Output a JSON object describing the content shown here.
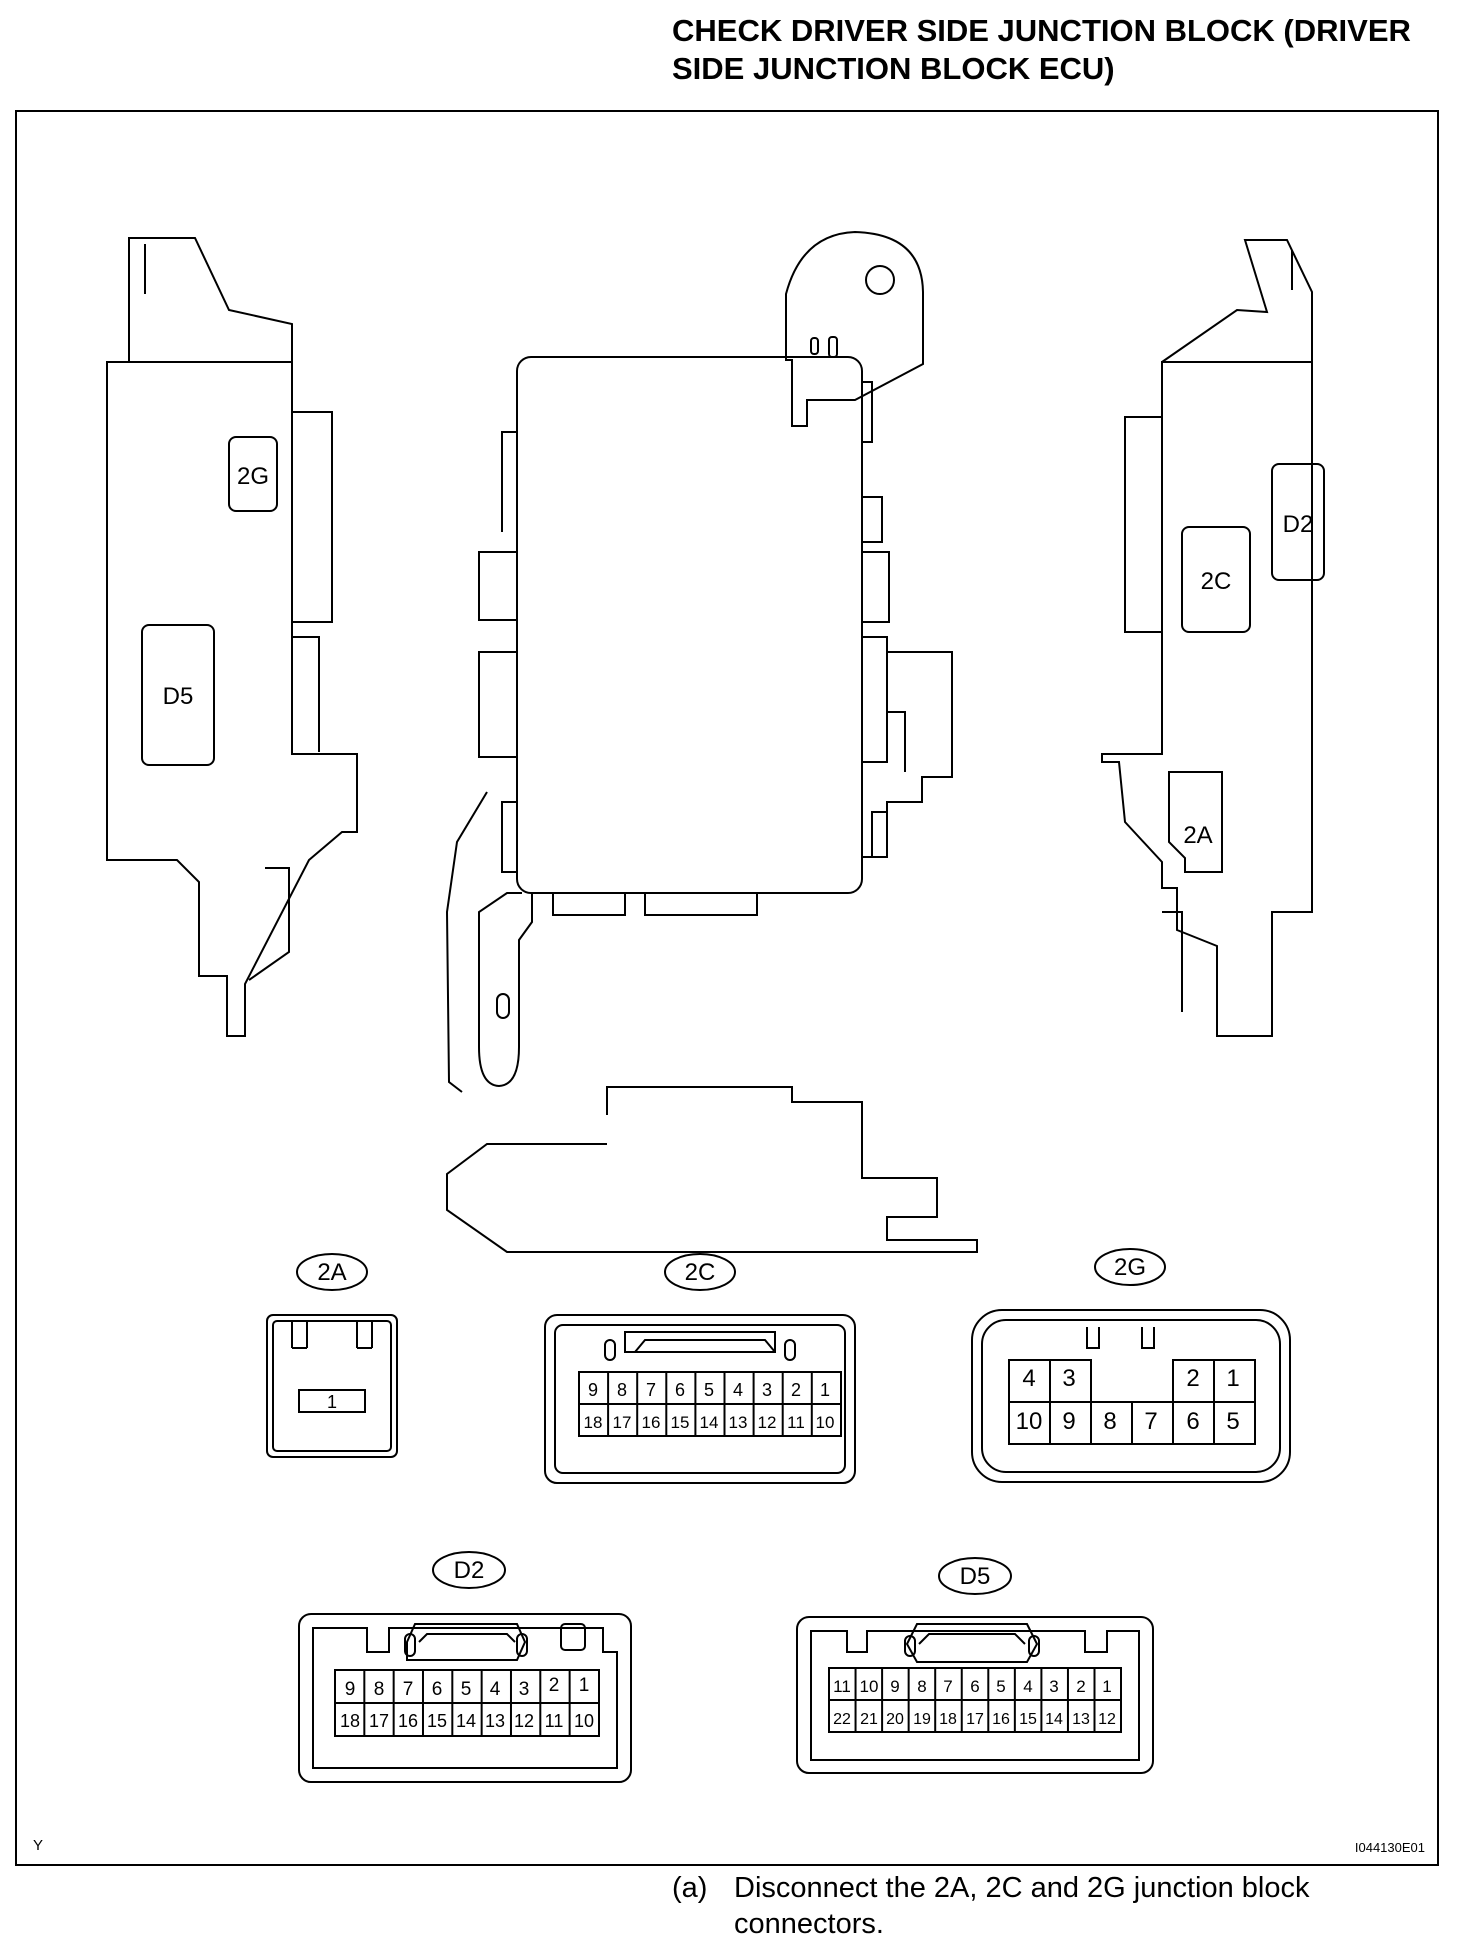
{
  "header": {
    "title": "CHECK DRIVER SIDE JUNCTION BLOCK (DRIVER SIDE JUNCTION BLOCK ECU)"
  },
  "figure": {
    "corner_code": "Y",
    "image_code": "I044130E01",
    "body_labels": {
      "left_2g": "2G",
      "left_d5": "D5",
      "right_d2": "D2",
      "right_2c": "2C",
      "right_2a": "2A"
    },
    "connectors": {
      "c2a": {
        "name": "2A",
        "pins": [
          "1"
        ]
      },
      "c2c": {
        "name": "2C",
        "row1": [
          "9",
          "8",
          "7",
          "6",
          "5",
          "4",
          "3",
          "2",
          "1"
        ],
        "row2": [
          "18",
          "17",
          "16",
          "15",
          "14",
          "13",
          "12",
          "11",
          "10"
        ]
      },
      "c2g": {
        "name": "2G",
        "row1_left": [
          "4",
          "3"
        ],
        "row1_right": [
          "2",
          "1"
        ],
        "row2": [
          "10",
          "9",
          "8",
          "7",
          "6",
          "5"
        ]
      },
      "d2": {
        "name": "D2",
        "row1": [
          "9",
          "8",
          "7",
          "6",
          "5",
          "4",
          "3",
          "2",
          "1"
        ],
        "row2": [
          "18",
          "17",
          "16",
          "15",
          "14",
          "13",
          "12",
          "11",
          "10"
        ]
      },
      "d5": {
        "name": "D5",
        "row1": [
          "11",
          "10",
          "9",
          "8",
          "7",
          "6",
          "5",
          "4",
          "3",
          "2",
          "1"
        ],
        "row2": [
          "22",
          "21",
          "20",
          "19",
          "18",
          "17",
          "16",
          "15",
          "14",
          "13",
          "12"
        ]
      }
    }
  },
  "instructions": {
    "step_label": "(a)",
    "step_text": "Disconnect the 2A, 2C and 2G junction block connectors."
  }
}
